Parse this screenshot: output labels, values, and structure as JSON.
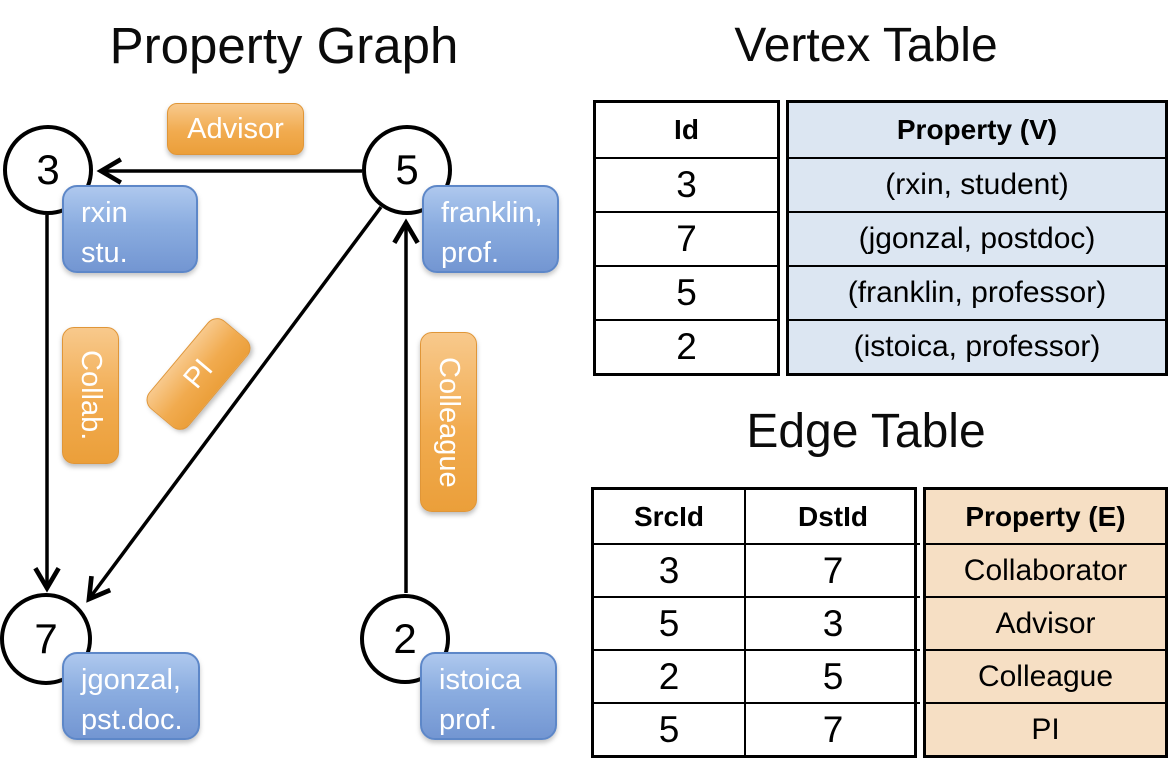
{
  "graph": {
    "title": "Property Graph",
    "vertices": [
      {
        "id": "3",
        "label_line1": "rxin",
        "label_line2": "stu."
      },
      {
        "id": "5",
        "label_line1": "franklin,",
        "label_line2": "prof."
      },
      {
        "id": "7",
        "label_line1": "jgonzal,",
        "label_line2": "pst.doc."
      },
      {
        "id": "2",
        "label_line1": "istoica",
        "label_line2": "prof."
      }
    ],
    "edge_labels": {
      "advisor": "Advisor",
      "collab": "Collab.",
      "pi": "PI",
      "colleague": "Colleague"
    }
  },
  "vertex_table": {
    "title": "Vertex Table",
    "columns": {
      "id": "Id",
      "property": "Property (V)"
    },
    "rows": [
      {
        "id": "3",
        "property": "(rxin, student)"
      },
      {
        "id": "7",
        "property": "(jgonzal, postdoc)"
      },
      {
        "id": "5",
        "property": "(franklin, professor)"
      },
      {
        "id": "2",
        "property": "(istoica, professor)"
      }
    ]
  },
  "edge_table": {
    "title": "Edge Table",
    "columns": {
      "src": "SrcId",
      "dst": "DstId",
      "property": "Property (E)"
    },
    "rows": [
      {
        "src": "3",
        "dst": "7",
        "property": "Collaborator"
      },
      {
        "src": "5",
        "dst": "3",
        "property": "Advisor"
      },
      {
        "src": "2",
        "dst": "5",
        "property": "Colleague"
      },
      {
        "src": "5",
        "dst": "7",
        "property": "PI"
      }
    ]
  },
  "colors": {
    "edge_label_orange": "#efa43f",
    "vertex_label_blue": "#7fa1d7",
    "vertex_table_fill": "#dce6f2",
    "edge_table_fill": "#f6dfc4",
    "line_black": "#000000"
  }
}
